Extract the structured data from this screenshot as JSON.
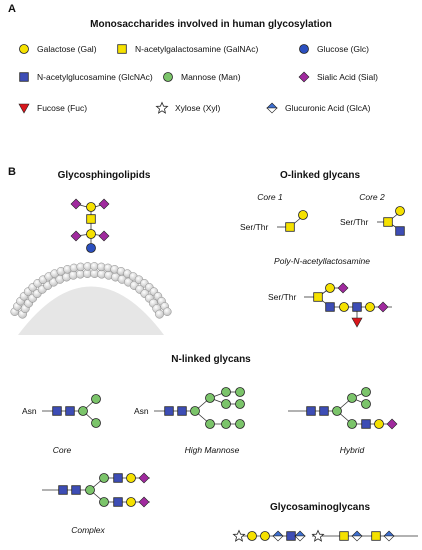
{
  "panel_a": {
    "letter": "A",
    "title": "Monosaccharides involved in human glycosylation",
    "legend": [
      {
        "name": "Galactose (Gal)",
        "symbol": "circle",
        "color": "#f5e100"
      },
      {
        "name": "N-acetylgalactosamine (GalNAc)",
        "symbol": "square",
        "color": "#f5e100"
      },
      {
        "name": "Glucose (Glc)",
        "symbol": "circle",
        "color": "#2b4fbf"
      },
      {
        "name": "N-acetylglucosamine (GlcNAc)",
        "symbol": "square",
        "color": "#3d4db5"
      },
      {
        "name": "Mannose (Man)",
        "symbol": "circle",
        "color": "#7bc46a"
      },
      {
        "name": "Sialic Acid (Sial)",
        "symbol": "diamond",
        "color": "#a02a9e"
      },
      {
        "name": "Fucose (Fuc)",
        "symbol": "triangle",
        "color": "#d9161c"
      },
      {
        "name": "Xylose (Xyl)",
        "symbol": "star",
        "color": "#ffffff"
      },
      {
        "name": "Glucuronic Acid (GlcA)",
        "symbol": "half-diamond",
        "color": "#3d6fd1"
      }
    ]
  },
  "panel_b": {
    "letter": "B",
    "glycosphingolipids": {
      "title": "Glycosphingolipids"
    },
    "o_linked": {
      "title": "O-linked glycans",
      "core1": "Core 1",
      "core2": "Core 2",
      "poly": "Poly-N-acetyllactosamine",
      "ser_thr": "Ser/Thr"
    },
    "n_linked": {
      "title": "N-linked glycans",
      "asn": "Asn",
      "core": "Core",
      "high_mannose": "High Mannose",
      "hybrid": "Hybrid",
      "complex": "Complex"
    },
    "gag": {
      "title": "Glycosaminoglycans"
    }
  },
  "colors": {
    "gal": "#f5e100",
    "glc": "#2b4fbf",
    "glcnac": "#3d4db5",
    "man": "#7bc46a",
    "sial": "#a02a9e",
    "fuc": "#d9161c",
    "glca": "#3d6fd1",
    "membrane": "#e6e6e6"
  }
}
